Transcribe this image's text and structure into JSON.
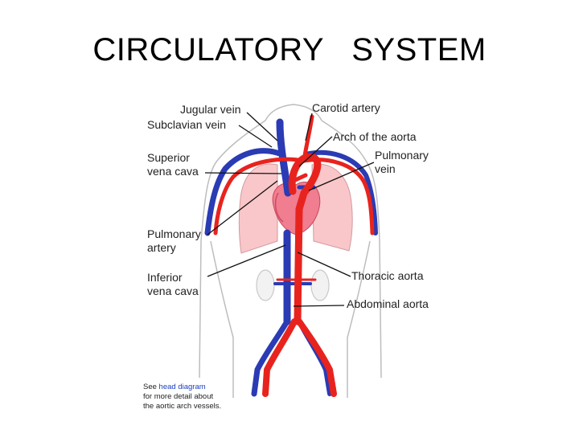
{
  "title": "CIRCULATORY   SYSTEM",
  "labels": {
    "jugular_vein": "Jugular vein",
    "subclavian_vein": "Subclavian vein",
    "carotid_artery": "Carotid artery",
    "arch_of_aorta": "Arch of the aorta",
    "superior_vena_cava": "Superior\nvena cava",
    "pulmonary_vein": "Pulmonary\nvein",
    "pulmonary_artery": "Pulmonary\nartery",
    "inferior_vena_cava": "Inferior\nvena cava",
    "thoracic_aorta": "Thoracic aorta",
    "abdominal_aorta": "Abdominal aorta"
  },
  "note": {
    "prefix": "See ",
    "link": "head diagram",
    "suffix": "\nfor more detail about\nthe aortic arch vessels."
  },
  "colors": {
    "artery": "#e8231e",
    "vein": "#2a3bb4",
    "lung": "#f9c7c9",
    "body_outline": "#bdbdbd"
  }
}
